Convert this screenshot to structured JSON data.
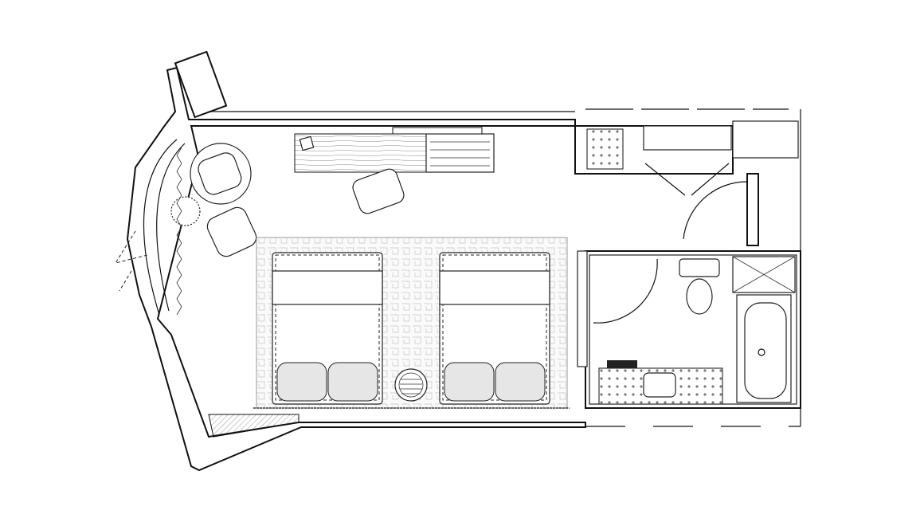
{
  "plan": {
    "colors": {
      "line": "#111111",
      "background": "#ffffff",
      "rug_pattern": "#bbbbbb",
      "pillow": "#e6e6e6"
    },
    "rooms": [
      "bedroom",
      "entry",
      "closet",
      "bathroom"
    ],
    "furniture": [
      "twin-bed",
      "twin-bed",
      "nightstand",
      "desk",
      "desk-chair",
      "lounge-chair",
      "ottoman",
      "side-table",
      "window-bench",
      "toilet",
      "bathtub",
      "vanity",
      "shower"
    ]
  }
}
